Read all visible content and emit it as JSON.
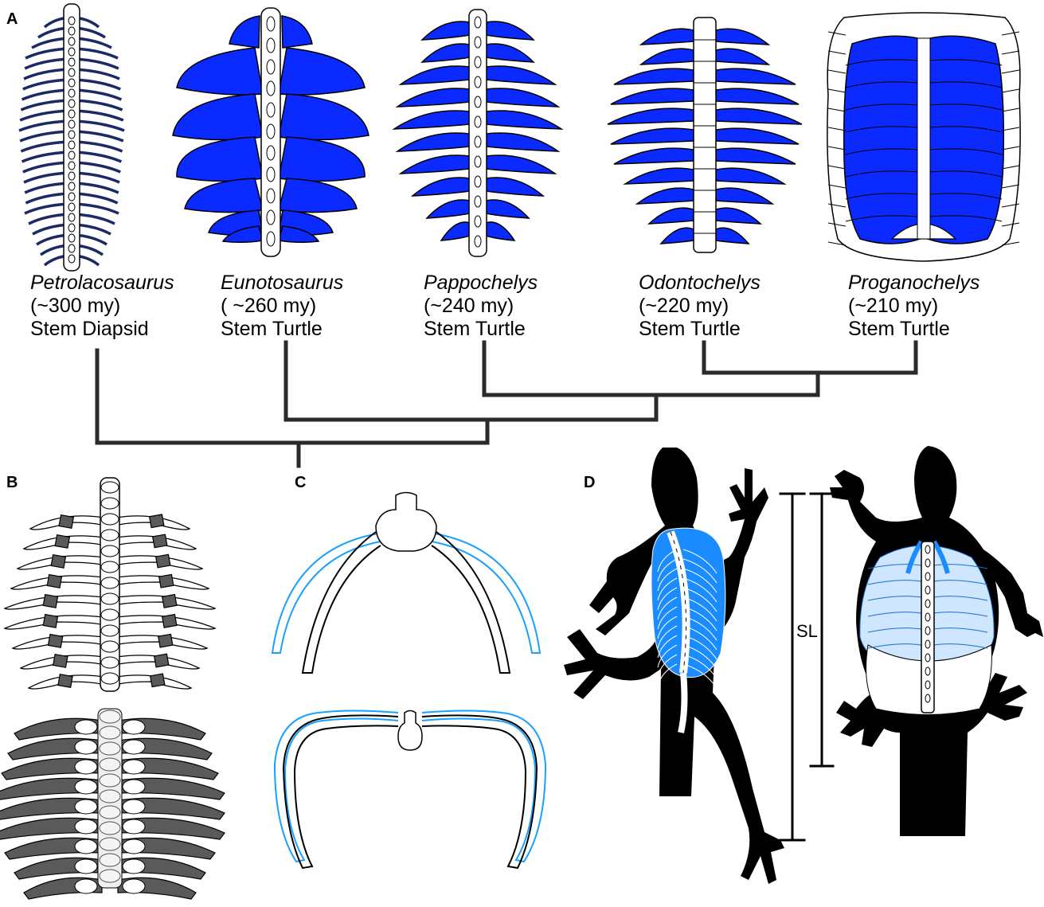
{
  "panels": {
    "a": "A",
    "b": "B",
    "c": "C",
    "d": "D"
  },
  "taxa": [
    {
      "name": "Petrolacosaurus",
      "age": "(~300 my)",
      "group": "Stem Diapsid"
    },
    {
      "name": "Eunotosaurus",
      "age": "( ~260 my)",
      "group": "Stem Turtle"
    },
    {
      "name": "Pappochelys",
      "age": "(~240 my)",
      "group": "Stem Turtle"
    },
    {
      "name": "Odontochelys",
      "age": "(~220 my)",
      "group": "Stem Turtle"
    },
    {
      "name": "Proganochelys",
      "age": "(~210 my)",
      "group": "Stem Turtle"
    }
  ],
  "scale_label": "SL",
  "colors": {
    "rib_blue": "#0a2aff",
    "light_blue": "#1aa0ff",
    "tree": "#2a2a2a"
  }
}
